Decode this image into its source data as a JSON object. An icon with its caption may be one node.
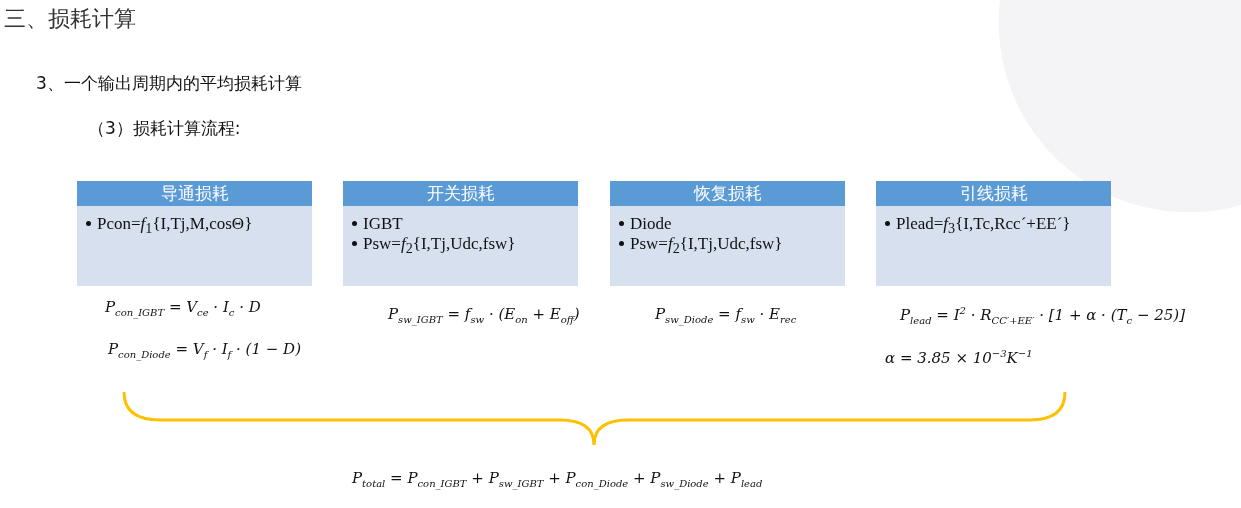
{
  "diagram": {
    "title": "三、损耗计算",
    "nodes": [
      {
        "text": [
          "导通损耗",
          "Pcon=*f*$_{1}${I,Tj,M,cosΘ}"
        ]
      },
      {
        "text": [
          "开关损耗",
          "IGBT",
          "Psw=*f*$_{2}${I,Tj,Udc,fsw}"
        ]
      },
      {
        "text": [
          "恢复损耗",
          "Diode",
          "Psw=*f*$_{2}${I,Tj,Udc,fsw}"
        ]
      },
      {
        "text": [
          "引线损耗",
          "Plead=*f*$_{3}${I,Tc,Rcc´+EE´}"
        ]
      }
    ],
    "labels": [
      "3、一个输出周期内的平均损耗计算",
      "（3）损耗计算流程:",
      "P$_{con_IGBT}$ = V$_{ce}$ · I$_{c}$ · D",
      "P$_{sw_IGBT}$ = f$_{sw}$ · (E$_{on}$ + E$_{off}$)",
      "P$_{sw_Diode}$ = f$_{sw}$ · E$_{rec}$",
      "P$_{lead}$ = I$^{2}$ · R$_{CC′+EE′}$ · [1 + α · (T$_{c}$ − 25)]",
      "P$_{con_Diode}$ = V$_{f}$ · I$_{f}$ · (1 − D)",
      "α = 3.85 × 10$^{−3}$K$^{−1}$",
      "P$_{total}$ = P$_{con_IGBT}$ + P$_{sw_IGBT}$ + P$_{con_Diode}$ + P$_{sw_Diode}$ + P$_{lead}$"
    ]
  }
}
